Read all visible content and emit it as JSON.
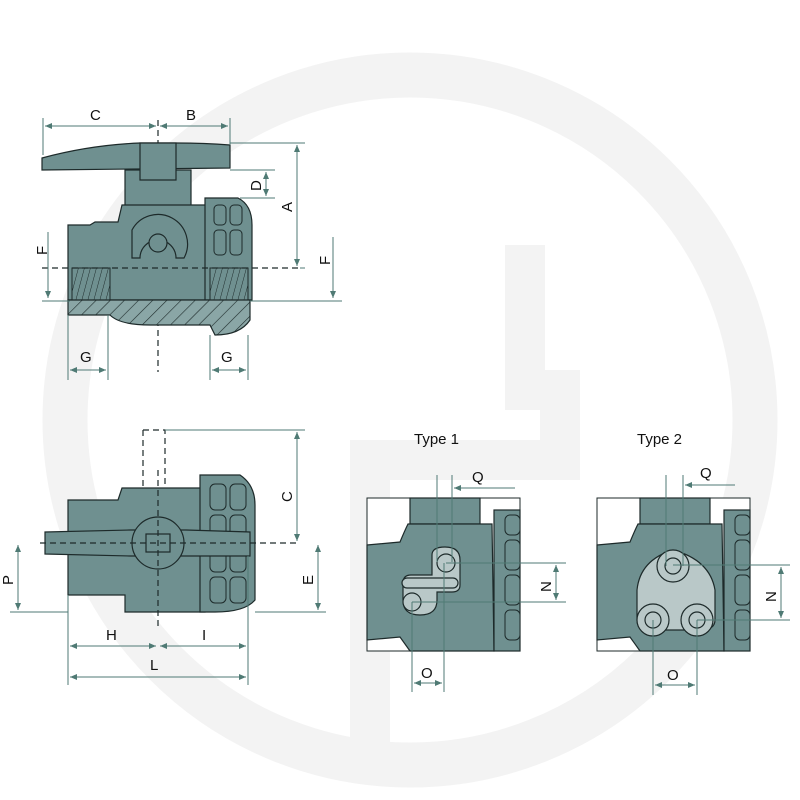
{
  "labels": {
    "top_view": {
      "C": "C",
      "B": "B",
      "A": "A",
      "D": "D",
      "F_left": "F",
      "F_right": "F",
      "G_left": "G",
      "G_right": "G"
    },
    "front_view": {
      "C": "C",
      "E": "E",
      "P": "P",
      "H": "H",
      "I": "I",
      "L": "L"
    },
    "type1": {
      "title": "Type 1",
      "Q": "Q",
      "N": "N",
      "O": "O"
    },
    "type2": {
      "title": "Type 2",
      "Q": "Q",
      "N": "N",
      "O": "O"
    }
  },
  "colors": {
    "body": "#6f9090",
    "flange": "#b9c8c8",
    "dimension": "#4f7a74",
    "watermark": "#f2f2f2"
  }
}
